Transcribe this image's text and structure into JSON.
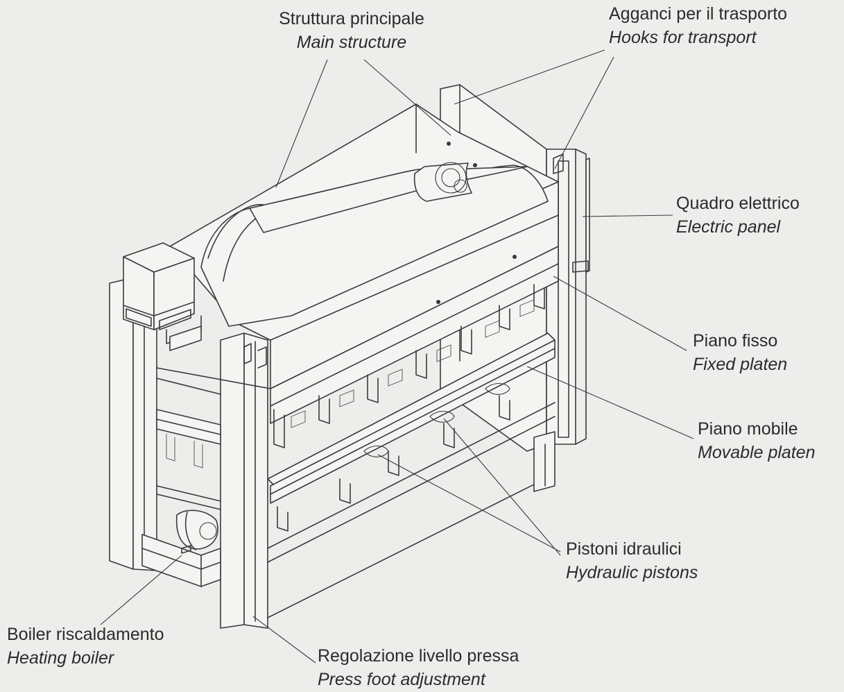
{
  "labels": {
    "main_structure": {
      "it": "Struttura principale",
      "en": "Main structure"
    },
    "hooks": {
      "it": "Agganci per il trasporto",
      "en": "Hooks for transport"
    },
    "electric_panel": {
      "it": "Quadro elettrico",
      "en": "Electric panel"
    },
    "fixed_platen": {
      "it": "Piano fisso",
      "en": "Fixed platen"
    },
    "movable_platen": {
      "it": "Piano mobile",
      "en": "Movable platen"
    },
    "hydraulic_pistons": {
      "it": "Pistoni idraulici",
      "en": "Hydraulic pistons"
    },
    "boiler": {
      "it": "Boiler riscaldamento",
      "en": "Heating boiler"
    },
    "press_foot": {
      "it": "Regolazione livello pressa",
      "en": "Press foot adjustment"
    }
  }
}
